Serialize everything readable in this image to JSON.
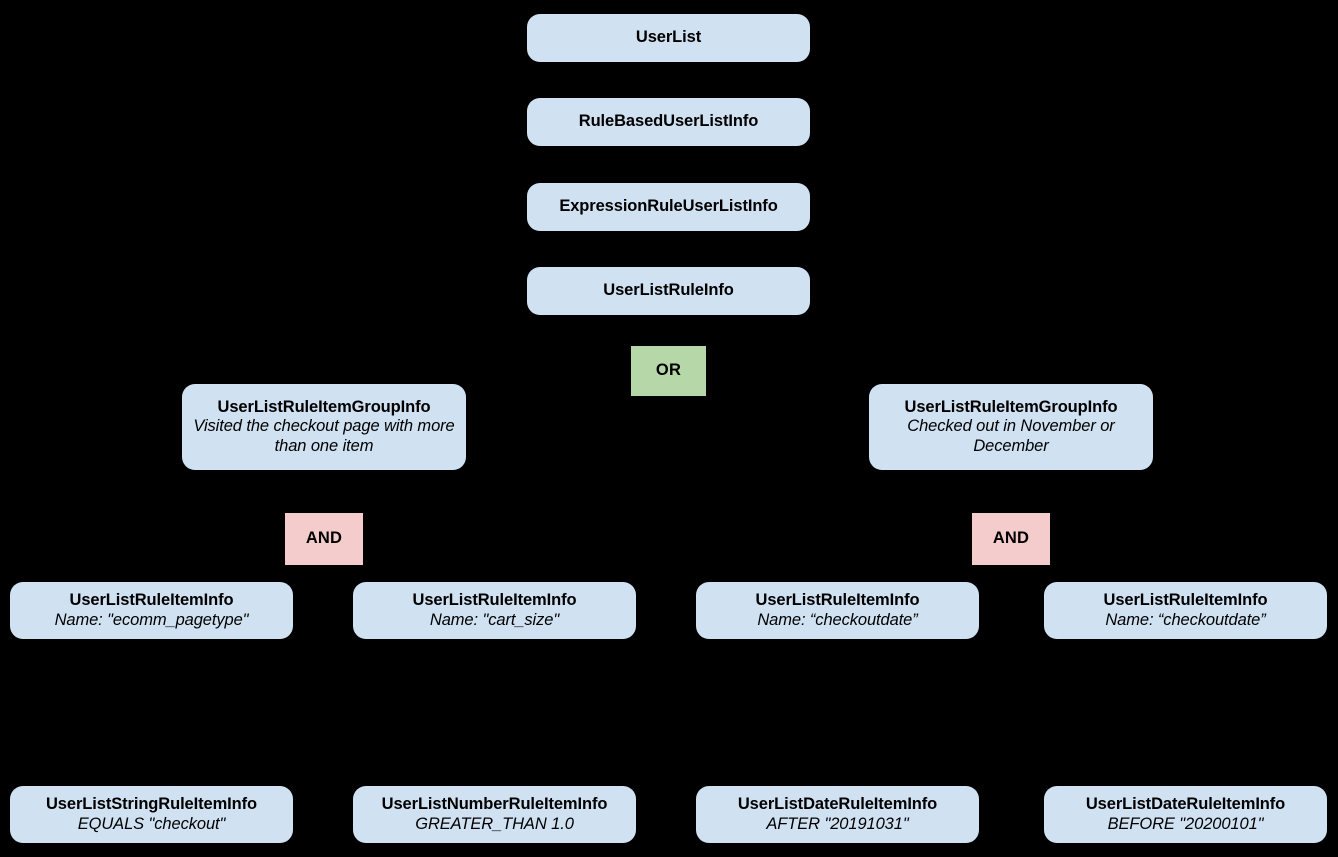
{
  "diagram": {
    "type": "hierarchy-tree",
    "background_color": "#000000",
    "node_fill_color": "#d0e1f2",
    "or_fill_color": "#b6d7a8",
    "and_fill_color": "#f4cccc",
    "edge_color": "#000000",
    "text_color": "#000000"
  },
  "nodes": {
    "user_list": {
      "title": "UserList",
      "subtitle": ""
    },
    "rule_based_user_list_info": {
      "title": "RuleBasedUserListInfo",
      "subtitle": ""
    },
    "expression_rule_user_list_info": {
      "title": "ExpressionRuleUserListInfo",
      "subtitle": ""
    },
    "user_list_rule_info": {
      "title": "UserListRuleInfo",
      "subtitle": ""
    },
    "or_operator": {
      "label": "OR"
    },
    "group_left": {
      "title": "UserListRuleItemGroupInfo",
      "subtitle": "Visited the checkout page with more than one item"
    },
    "group_right": {
      "title": "UserListRuleItemGroupInfo",
      "subtitle": "Checked out in November or December"
    },
    "and_operator_left": {
      "label": "AND"
    },
    "and_operator_right": {
      "label": "AND"
    },
    "rule_item_1": {
      "title": "UserListRuleItemInfo",
      "subtitle": "Name: \"ecomm_pagetype\""
    },
    "rule_item_2": {
      "title": "UserListRuleItemInfo",
      "subtitle": "Name: \"cart_size\""
    },
    "rule_item_3": {
      "title": "UserListRuleItemInfo",
      "subtitle": "Name: “checkoutdate”"
    },
    "rule_item_4": {
      "title": "UserListRuleItemInfo",
      "subtitle": "Name: “checkoutdate”"
    },
    "leaf_1": {
      "title": "UserListStringRuleItemInfo",
      "subtitle": "EQUALS \"checkout\""
    },
    "leaf_2": {
      "title": "UserListNumberRuleItemInfo",
      "subtitle": "GREATER_THAN 1.0"
    },
    "leaf_3": {
      "title": "UserListDateRuleItemInfo",
      "subtitle": "AFTER \"20191031\""
    },
    "leaf_4": {
      "title": "UserListDateRuleItemInfo",
      "subtitle": "BEFORE \"20200101\""
    }
  }
}
